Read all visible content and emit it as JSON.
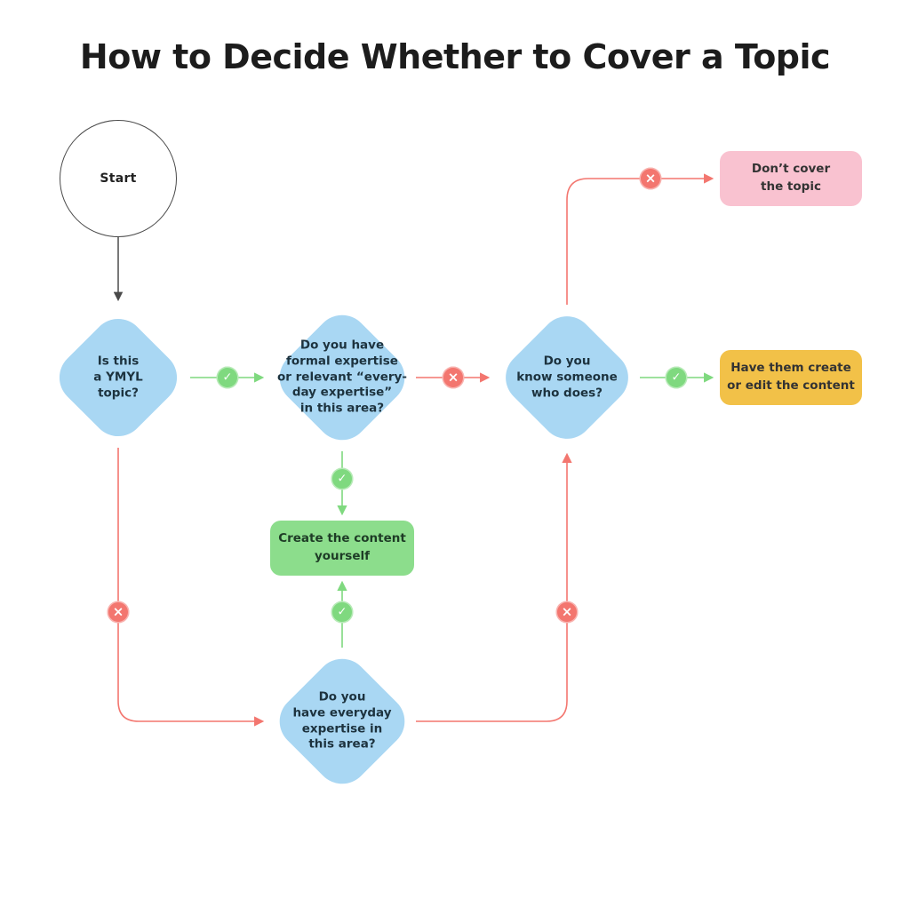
{
  "title": "How to Decide Whether to Cover a Topic",
  "nodes": {
    "start": {
      "label": "Start"
    },
    "q1": {
      "label": "Is this\na YMYL\ntopic?"
    },
    "q2": {
      "label": "Do you have\nformal expertise\nor relevant “every-\nday expertise”\nin this area?"
    },
    "q3": {
      "label": "Do you\nknow someone\nwho does?"
    },
    "q4": {
      "label": "Do you\nhave everyday\nexpertise in\nthis area?"
    },
    "dont_cover": {
      "label": "Don’t cover\nthe topic"
    },
    "have_them_create": {
      "label": "Have them create\nor edit the content"
    },
    "create_yourself": {
      "label": "Create the content\nyourself"
    }
  },
  "badges": {
    "yes": "✓",
    "no": "×"
  },
  "colors": {
    "diamond_fill": "#a9d7f3",
    "yes_green": "#7fd97f",
    "no_red": "#f3766f",
    "outcome_pink": "#f9c2d0",
    "outcome_yellow": "#f2c148",
    "outcome_green": "#8cdd8c",
    "line_gray": "#4a4a4a"
  }
}
